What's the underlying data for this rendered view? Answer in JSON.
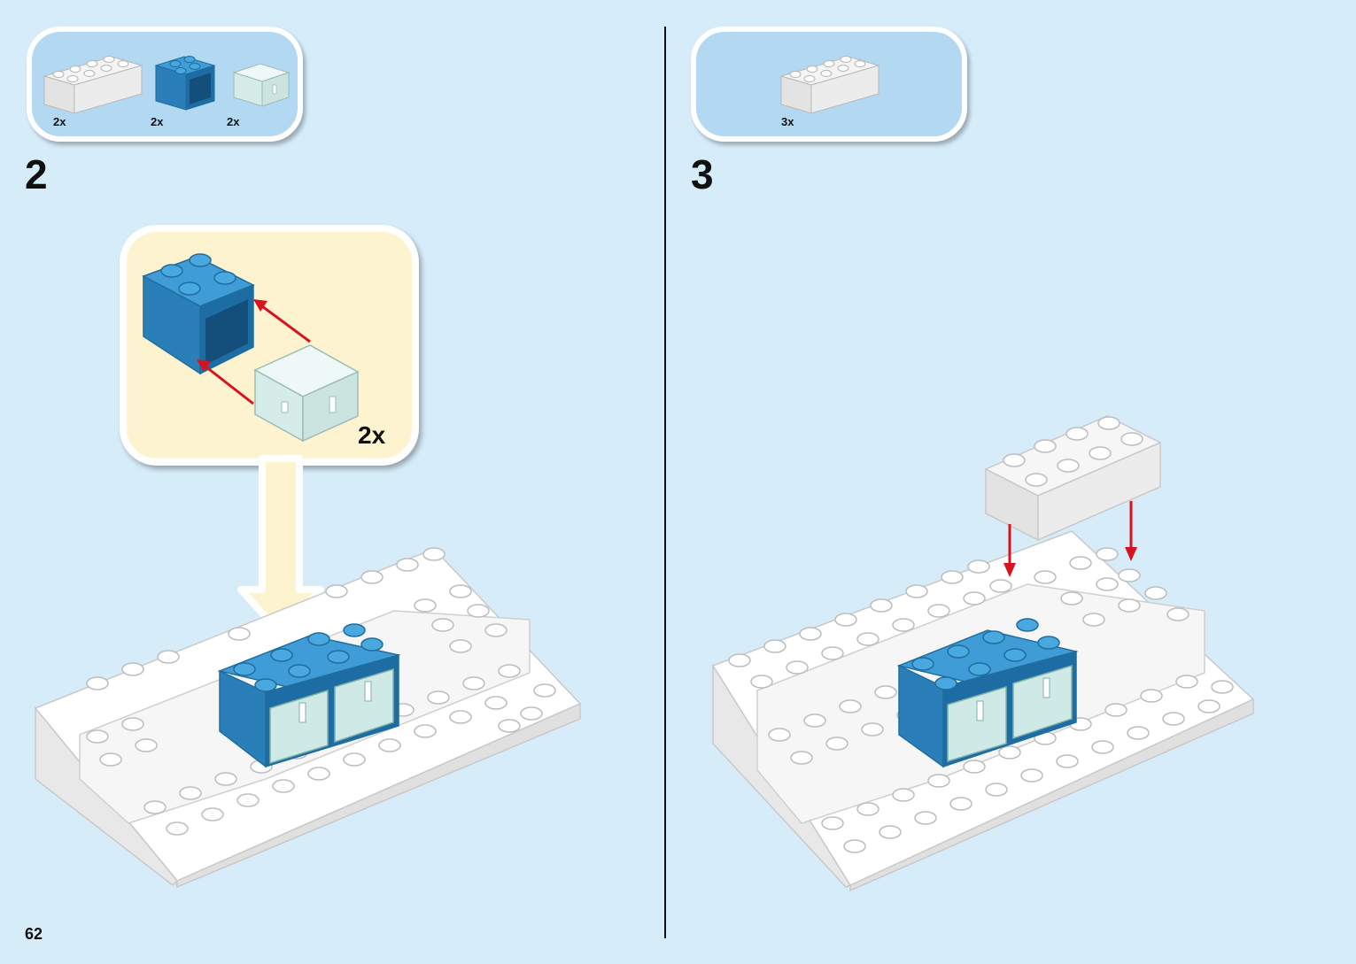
{
  "page": {
    "number": "62"
  },
  "colors": {
    "background": "#d6ecf9",
    "parts_box": "#b3d9f2",
    "callout": "#fdf4cf",
    "arrow": "#d9121f",
    "brick_white": "#ffffff",
    "brick_blue": "#2e8bc7",
    "drawer_mint": "#dcefec"
  },
  "steps": [
    {
      "number": "2",
      "parts": [
        {
          "icon": "white-brick-2x4-icon",
          "qty": "2x"
        },
        {
          "icon": "blue-cabinet-2x2-icon",
          "qty": "2x"
        },
        {
          "icon": "mint-drawer-icon",
          "qty": "2x"
        }
      ],
      "callout": {
        "qty": "2x"
      }
    },
    {
      "number": "3",
      "parts": [
        {
          "icon": "white-brick-2x4-icon",
          "qty": "3x"
        }
      ]
    }
  ]
}
